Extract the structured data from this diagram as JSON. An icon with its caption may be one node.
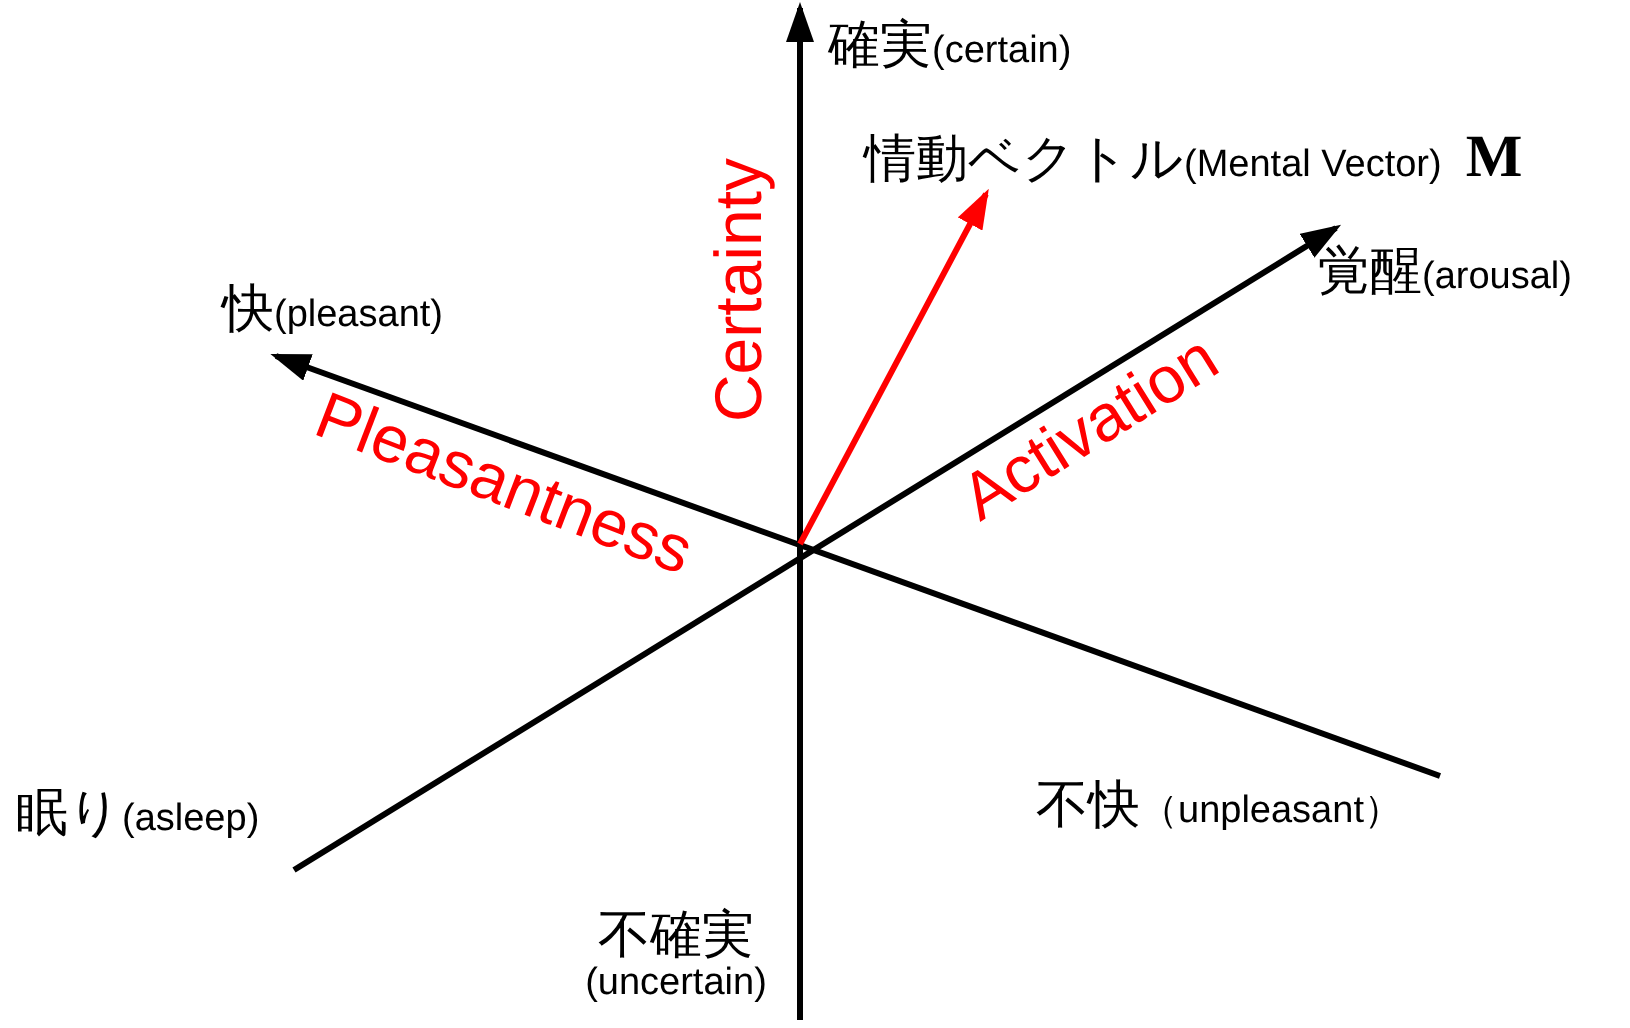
{
  "diagram": {
    "nodes": [
      {
        "text": [
          "確実",
          "(certain)"
        ]
      },
      {
        "text": [
          "情動ベクトル",
          "(Mental Vector)",
          "M"
        ]
      },
      {
        "text": [
          "覚醒",
          "(arousal)"
        ]
      },
      {
        "text": [
          "快",
          "(pleasant)"
        ]
      },
      {
        "text": [
          "眠り",
          "(asleep)"
        ]
      },
      {
        "text": [
          "不快",
          "（unpleasant）"
        ]
      },
      {
        "text": [
          "不確実",
          "(uncertain)"
        ]
      }
    ],
    "edges": [
      {
        "from": 6,
        "to": 0,
        "arrow": "to",
        "label": "Certainty"
      },
      {
        "from": 4,
        "to": 2,
        "arrow": "to",
        "label": "Activation"
      },
      {
        "from": 5,
        "to": 3,
        "arrow": "to",
        "label": "Pleasantness"
      },
      {
        "from": null,
        "to": 1,
        "arrow": "to",
        "color": "#ff0000"
      }
    ]
  }
}
